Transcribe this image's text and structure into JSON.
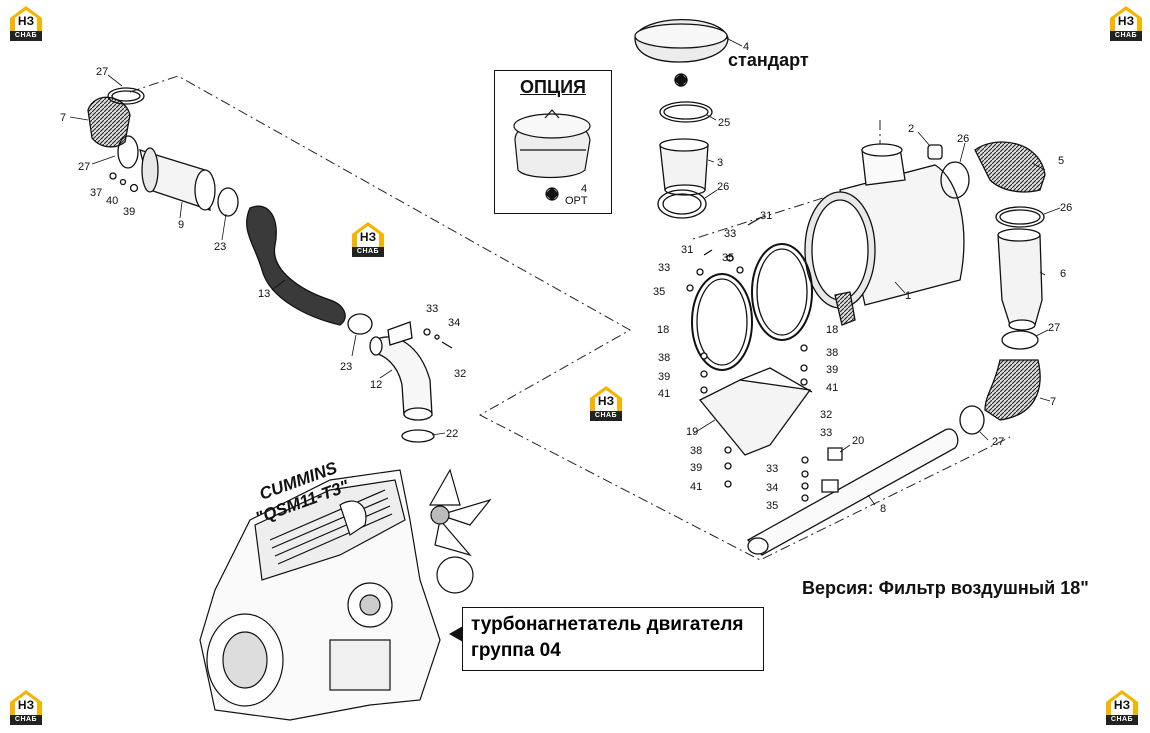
{
  "labels": {
    "standard": "стандарт",
    "option_title": "ОПЦИЯ",
    "option_opt": "OPT",
    "option_part": "4",
    "version": "Версия: Фильтр воздушный 18\"",
    "turbo_line1": "турбонагнетатель двигателя",
    "turbo_line2": "группа 04",
    "engine_brand": "CUMMINS",
    "engine_model": "\"QSM11-T3\""
  },
  "logo": {
    "mark": "НЗ",
    "band": "СНАБ",
    "colors": {
      "yellow": "#f5b400",
      "dark": "#222222"
    }
  },
  "callouts": [
    {
      "t": "27"
    },
    {
      "t": "7"
    },
    {
      "t": "27"
    },
    {
      "t": "37"
    },
    {
      "t": "40"
    },
    {
      "t": "39"
    },
    {
      "t": "9"
    },
    {
      "t": "23"
    },
    {
      "t": "13"
    },
    {
      "t": "23"
    },
    {
      "t": "33"
    },
    {
      "t": "34"
    },
    {
      "t": "32"
    },
    {
      "t": "12"
    },
    {
      "t": "22"
    },
    {
      "t": "4"
    },
    {
      "t": "25"
    },
    {
      "t": "3"
    },
    {
      "t": "26"
    },
    {
      "t": "2"
    },
    {
      "t": "26"
    },
    {
      "t": "5"
    },
    {
      "t": "26"
    },
    {
      "t": "6"
    },
    {
      "t": "27"
    },
    {
      "t": "1"
    },
    {
      "t": "31"
    },
    {
      "t": "33"
    },
    {
      "t": "35"
    },
    {
      "t": "31"
    },
    {
      "t": "33"
    },
    {
      "t": "35"
    },
    {
      "t": "18"
    },
    {
      "t": "18"
    },
    {
      "t": "38"
    },
    {
      "t": "39"
    },
    {
      "t": "41"
    },
    {
      "t": "38"
    },
    {
      "t": "39"
    },
    {
      "t": "41"
    },
    {
      "t": "19"
    },
    {
      "t": "7"
    },
    {
      "t": "27"
    },
    {
      "t": "32"
    },
    {
      "t": "33"
    },
    {
      "t": "20"
    },
    {
      "t": "38"
    },
    {
      "t": "39"
    },
    {
      "t": "41"
    },
    {
      "t": "33"
    },
    {
      "t": "34"
    },
    {
      "t": "35"
    },
    {
      "t": "8"
    }
  ]
}
